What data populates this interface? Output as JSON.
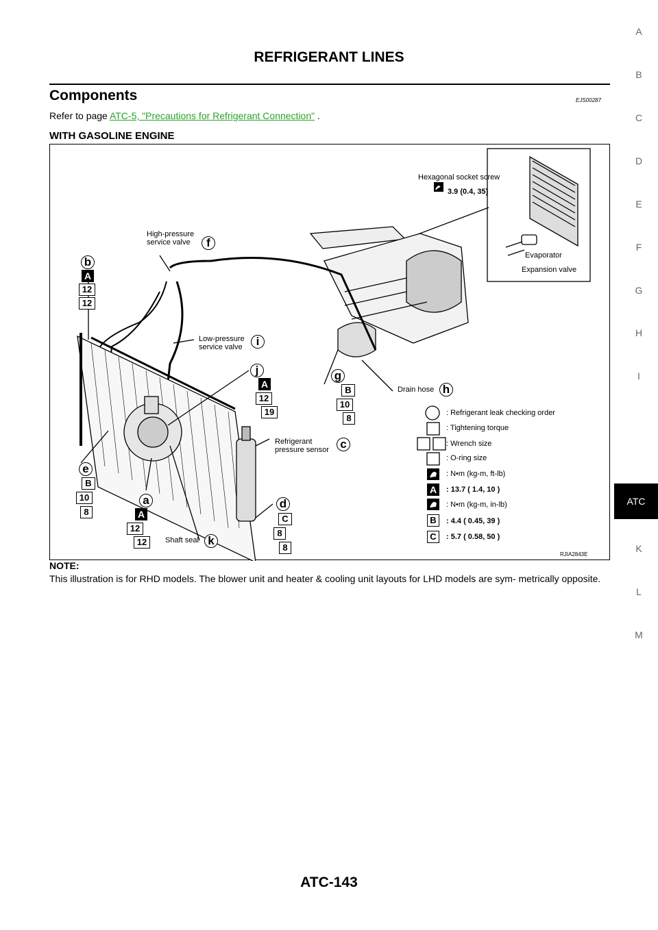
{
  "header": {
    "title": "REFRIGERANT LINES"
  },
  "section": {
    "title": "Components",
    "code": "EJS00287"
  },
  "reference": {
    "prefix": "Refer to page ",
    "link": "ATC-5, \"Precautions for Refrigerant Connection\"",
    "suffix": " ."
  },
  "subheading": "WITH GASOLINE ENGINE",
  "figure": {
    "hex_screw": "Hexagonal socket screw",
    "hex_torque": "3.9 (0.4,  35)",
    "evaporator": "Evaporator",
    "expansion_valve": "Expansion valve",
    "high_pressure": "High-pressure\nservice valve",
    "low_pressure": "Low-pressure\nservice valve",
    "refrigerant_sensor": "Refrigerant\npressure sensor",
    "drain_hose": "Drain hose",
    "shaft_seal": "Shaft seal",
    "code": "RJIA2843E",
    "letters": {
      "a": "a",
      "b": "b",
      "c": "c",
      "d": "d",
      "e": "e",
      "f": "f",
      "g": "g",
      "h": "h",
      "i": "i",
      "j": "j",
      "k": "k"
    },
    "badges": {
      "A": "A",
      "B": "B",
      "C": "C"
    },
    "sizes": {
      "s8": "8",
      "s10": "10",
      "s12": "12",
      "s19": "19"
    },
    "legend": {
      "leak_order": ": Refrigerant leak checking order",
      "tightening": ": Tightening torque",
      "wrench": ": Wrench size",
      "oring": ": O-ring size",
      "unit_ft": ":  N•m  (kg-m,  ft-lb)",
      "torque_a": ": 13.7  ( 1.4,  10 )",
      "unit_in": ":  N•m  (kg-m,  in-lb)",
      "torque_b": ": 4.4  ( 0.45,  39 )",
      "torque_c": ": 5.7  ( 0.58,  50 )"
    }
  },
  "note": {
    "heading": "NOTE:",
    "text": "This illustration is for RHD models. The blower unit and heater & cooling unit layouts for LHD models are sym- metrically opposite."
  },
  "side_tabs": [
    "A",
    "B",
    "C",
    "D",
    "E",
    "F",
    "G",
    "H",
    "I",
    "ATC",
    "K",
    "L",
    "M"
  ],
  "footer": {
    "page": "ATC-143"
  }
}
